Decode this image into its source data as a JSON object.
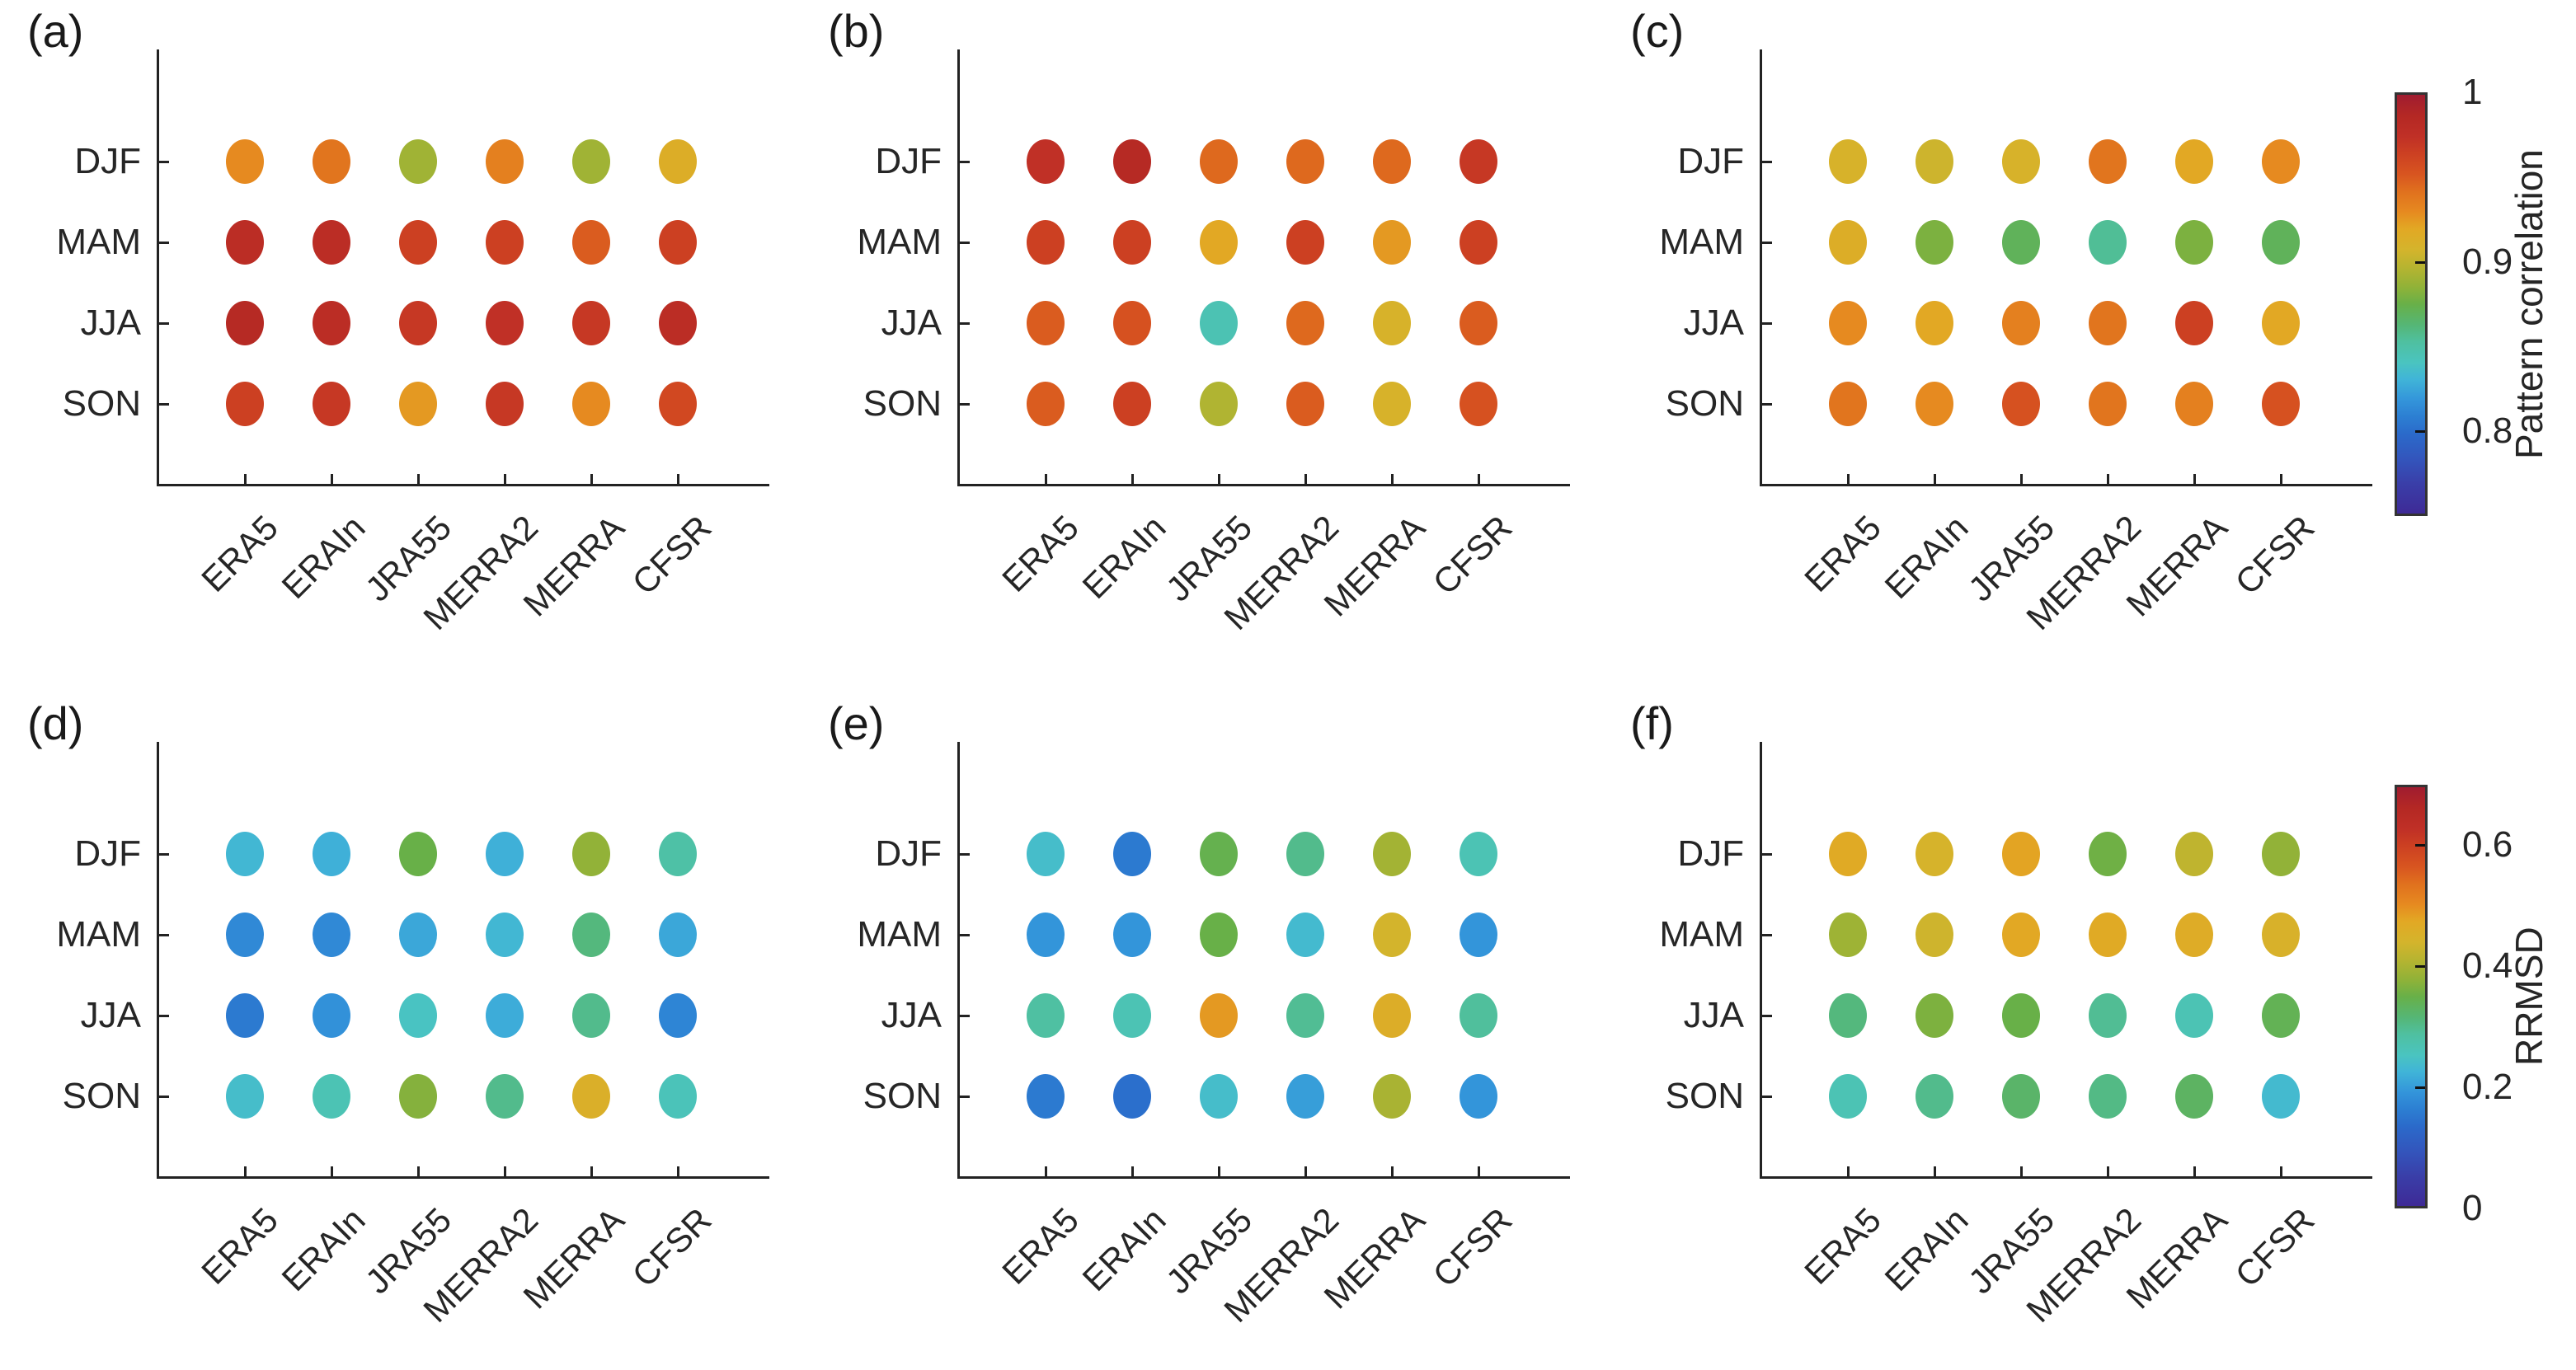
{
  "figure": {
    "background": "#ffffff",
    "text_color": "#262626",
    "axis_color": "#222222",
    "rows": [
      "DJF",
      "MAM",
      "JJA",
      "SON"
    ],
    "columns": [
      "ERA5",
      "ERAIn",
      "JRA55",
      "MERRA2",
      "MERRA",
      "CFSR"
    ],
    "colormap_stops": [
      [
        0.0,
        "#3e2a96"
      ],
      [
        0.07,
        "#3a3ea8"
      ],
      [
        0.13,
        "#3355bc"
      ],
      [
        0.19,
        "#2b6aca"
      ],
      [
        0.23,
        "#2c7ed2"
      ],
      [
        0.27,
        "#3394da"
      ],
      [
        0.32,
        "#40b4d8"
      ],
      [
        0.36,
        "#4ac4c0"
      ],
      [
        0.41,
        "#4fc0a0"
      ],
      [
        0.45,
        "#55b676"
      ],
      [
        0.5,
        "#68b048"
      ],
      [
        0.54,
        "#90b238"
      ],
      [
        0.59,
        "#b8b430"
      ],
      [
        0.63,
        "#d4b42c"
      ],
      [
        0.68,
        "#e2a824"
      ],
      [
        0.72,
        "#e68a20"
      ],
      [
        0.77,
        "#e0701e"
      ],
      [
        0.81,
        "#d85520"
      ],
      [
        0.86,
        "#cc4022"
      ],
      [
        0.9,
        "#c03026"
      ],
      [
        0.95,
        "#b42824"
      ],
      [
        1.0,
        "#a01c30"
      ]
    ],
    "colorbars": [
      {
        "id": "pattern-correlation",
        "label": "Pattern correlation",
        "min": 0.75,
        "max": 1,
        "ticks": [
          {
            "label": "1",
            "value": 1.0
          },
          {
            "label": "0.9",
            "value": 0.9
          },
          {
            "label": "0.8",
            "value": 0.8
          }
        ]
      },
      {
        "id": "rrmsd",
        "label": "RRMSD",
        "min": 0,
        "max": 0.7,
        "ticks": [
          {
            "label": "0.6",
            "value": 0.6
          },
          {
            "label": "0.4",
            "value": 0.4
          },
          {
            "label": "0.2",
            "value": 0.2
          },
          {
            "label": "0",
            "value": 0.0
          }
        ]
      }
    ],
    "panels": [
      {
        "label": "(a)",
        "colorbar": "pattern-correlation"
      },
      {
        "label": "(b)",
        "colorbar": "pattern-correlation"
      },
      {
        "label": "(c)",
        "colorbar": "pattern-correlation"
      },
      {
        "label": "(d)",
        "colorbar": "rrmsd"
      },
      {
        "label": "(e)",
        "colorbar": "rrmsd"
      },
      {
        "label": "(f)",
        "colorbar": "rrmsd"
      }
    ]
  },
  "chart_data": [
    {
      "type": "heatmap",
      "panel": "(a)",
      "marker": "dot",
      "x_categories": [
        "ERA5",
        "ERAIn",
        "JRA55",
        "MERRA2",
        "MERRA",
        "CFSR"
      ],
      "y_categories": [
        "DJF",
        "MAM",
        "JJA",
        "SON"
      ],
      "colorbar_label": "Pattern correlation",
      "color_range": [
        0.75,
        1
      ],
      "legend_position": "right",
      "values": [
        [
          0.93,
          0.94,
          0.89,
          0.935,
          0.89,
          0.915
        ],
        [
          0.98,
          0.98,
          0.965,
          0.965,
          0.95,
          0.965
        ],
        [
          0.985,
          0.98,
          0.97,
          0.975,
          0.97,
          0.98
        ],
        [
          0.965,
          0.97,
          0.925,
          0.97,
          0.93,
          0.96
        ]
      ]
    },
    {
      "type": "heatmap",
      "panel": "(b)",
      "marker": "dot",
      "x_categories": [
        "ERA5",
        "ERAIn",
        "JRA55",
        "MERRA2",
        "MERRA",
        "CFSR"
      ],
      "y_categories": [
        "DJF",
        "MAM",
        "JJA",
        "SON"
      ],
      "colorbar_label": "Pattern correlation",
      "color_range": [
        0.75,
        1
      ],
      "legend_position": "right",
      "values": [
        [
          0.975,
          0.985,
          0.945,
          0.945,
          0.945,
          0.97
        ],
        [
          0.965,
          0.965,
          0.92,
          0.965,
          0.925,
          0.965
        ],
        [
          0.95,
          0.955,
          0.845,
          0.945,
          0.91,
          0.95
        ],
        [
          0.95,
          0.965,
          0.895,
          0.95,
          0.91,
          0.955
        ]
      ]
    },
    {
      "type": "heatmap",
      "panel": "(c)",
      "marker": "dot",
      "x_categories": [
        "ERA5",
        "ERAIn",
        "JRA55",
        "MERRA2",
        "MERRA",
        "CFSR"
      ],
      "y_categories": [
        "DJF",
        "MAM",
        "JJA",
        "SON"
      ],
      "colorbar_label": "Pattern correlation",
      "color_range": [
        0.75,
        1
      ],
      "legend_position": "right",
      "values": [
        [
          0.91,
          0.905,
          0.91,
          0.94,
          0.92,
          0.93
        ],
        [
          0.915,
          0.88,
          0.87,
          0.855,
          0.88,
          0.87
        ],
        [
          0.93,
          0.92,
          0.935,
          0.94,
          0.965,
          0.92
        ],
        [
          0.94,
          0.93,
          0.955,
          0.94,
          0.935,
          0.955
        ]
      ]
    },
    {
      "type": "heatmap",
      "panel": "(d)",
      "marker": "dot",
      "x_categories": [
        "ERA5",
        "ERAIn",
        "JRA55",
        "MERRA2",
        "MERRA",
        "CFSR"
      ],
      "y_categories": [
        "DJF",
        "MAM",
        "JJA",
        "SON"
      ],
      "colorbar_label": "RRMSD",
      "color_range": [
        0,
        0.7
      ],
      "legend_position": "right",
      "values": [
        [
          0.23,
          0.22,
          0.35,
          0.22,
          0.38,
          0.28
        ],
        [
          0.175,
          0.175,
          0.21,
          0.23,
          0.31,
          0.21
        ],
        [
          0.155,
          0.185,
          0.25,
          0.215,
          0.3,
          0.17
        ],
        [
          0.24,
          0.265,
          0.37,
          0.3,
          0.455,
          0.26
        ]
      ]
    },
    {
      "type": "heatmap",
      "panel": "(e)",
      "marker": "dot",
      "x_categories": [
        "ERA5",
        "ERAIn",
        "JRA55",
        "MERRA2",
        "MERRA",
        "CFSR"
      ],
      "y_categories": [
        "DJF",
        "MAM",
        "JJA",
        "SON"
      ],
      "colorbar_label": "RRMSD",
      "color_range": [
        0,
        0.7
      ],
      "legend_position": "right",
      "values": [
        [
          0.24,
          0.155,
          0.345,
          0.3,
          0.395,
          0.265
        ],
        [
          0.19,
          0.19,
          0.35,
          0.235,
          0.44,
          0.19
        ],
        [
          0.285,
          0.265,
          0.49,
          0.295,
          0.46,
          0.29
        ],
        [
          0.155,
          0.14,
          0.24,
          0.2,
          0.4,
          0.19
        ]
      ]
    },
    {
      "type": "heatmap",
      "panel": "(f)",
      "marker": "dot",
      "x_categories": [
        "ERA5",
        "ERAIn",
        "JRA55",
        "MERRA2",
        "MERRA",
        "CFSR"
      ],
      "y_categories": [
        "DJF",
        "MAM",
        "JJA",
        "SON"
      ],
      "colorbar_label": "RRMSD",
      "color_range": [
        0,
        0.7
      ],
      "legend_position": "right",
      "values": [
        [
          0.47,
          0.445,
          0.48,
          0.355,
          0.42,
          0.38
        ],
        [
          0.39,
          0.435,
          0.475,
          0.47,
          0.465,
          0.45
        ],
        [
          0.31,
          0.365,
          0.35,
          0.295,
          0.265,
          0.34
        ],
        [
          0.265,
          0.3,
          0.325,
          0.305,
          0.33,
          0.235
        ]
      ]
    }
  ]
}
